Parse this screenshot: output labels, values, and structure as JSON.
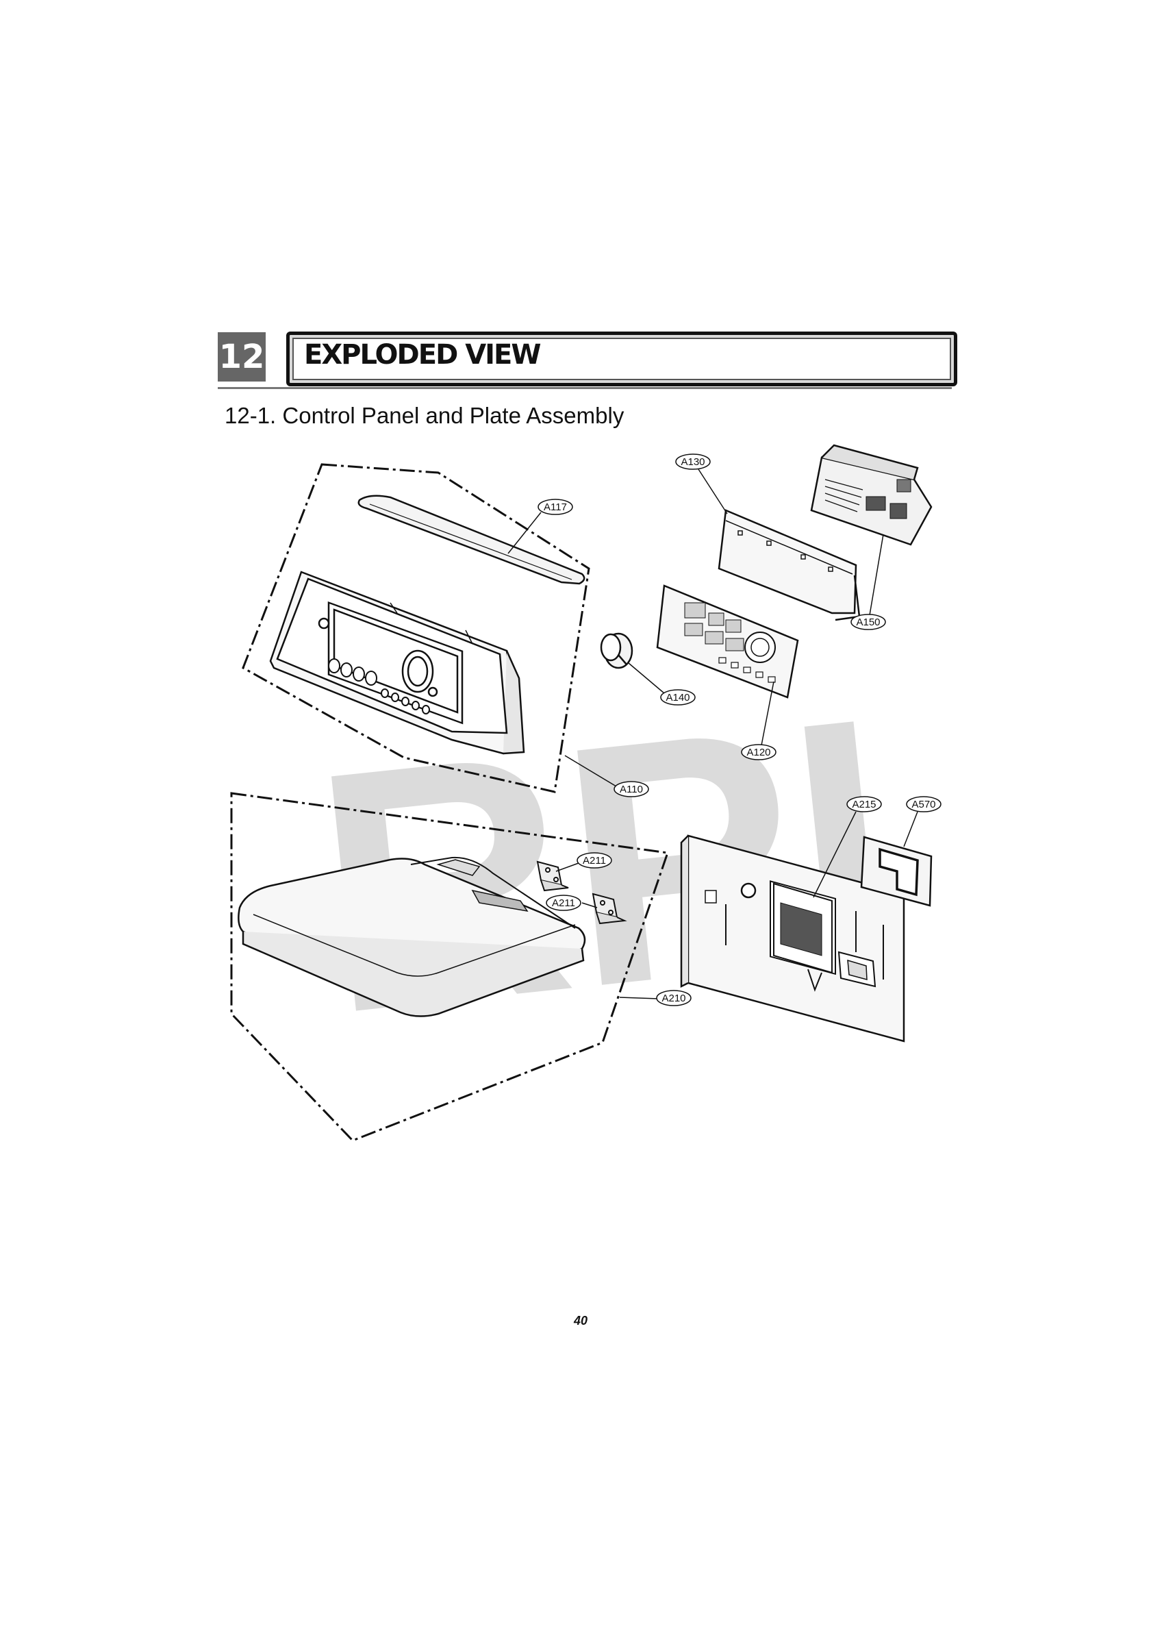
{
  "header": {
    "chapter_number": "12",
    "chapter_title": "EXPLODED VIEW"
  },
  "section": {
    "title": "12-1. Control Panel and Plate Assembly"
  },
  "watermark": "RPI",
  "callouts": [
    {
      "id": "a130",
      "label": "A130"
    },
    {
      "id": "a117",
      "label": "A117"
    },
    {
      "id": "a150",
      "label": "A150"
    },
    {
      "id": "a140",
      "label": "A140"
    },
    {
      "id": "a120",
      "label": "A120"
    },
    {
      "id": "a110",
      "label": "A110"
    },
    {
      "id": "a215",
      "label": "A215"
    },
    {
      "id": "a570",
      "label": "A570"
    },
    {
      "id": "a211-top",
      "label": "A211"
    },
    {
      "id": "a211-bottom",
      "label": "A211"
    },
    {
      "id": "a210",
      "label": "A210"
    }
  ],
  "page_number": "40"
}
